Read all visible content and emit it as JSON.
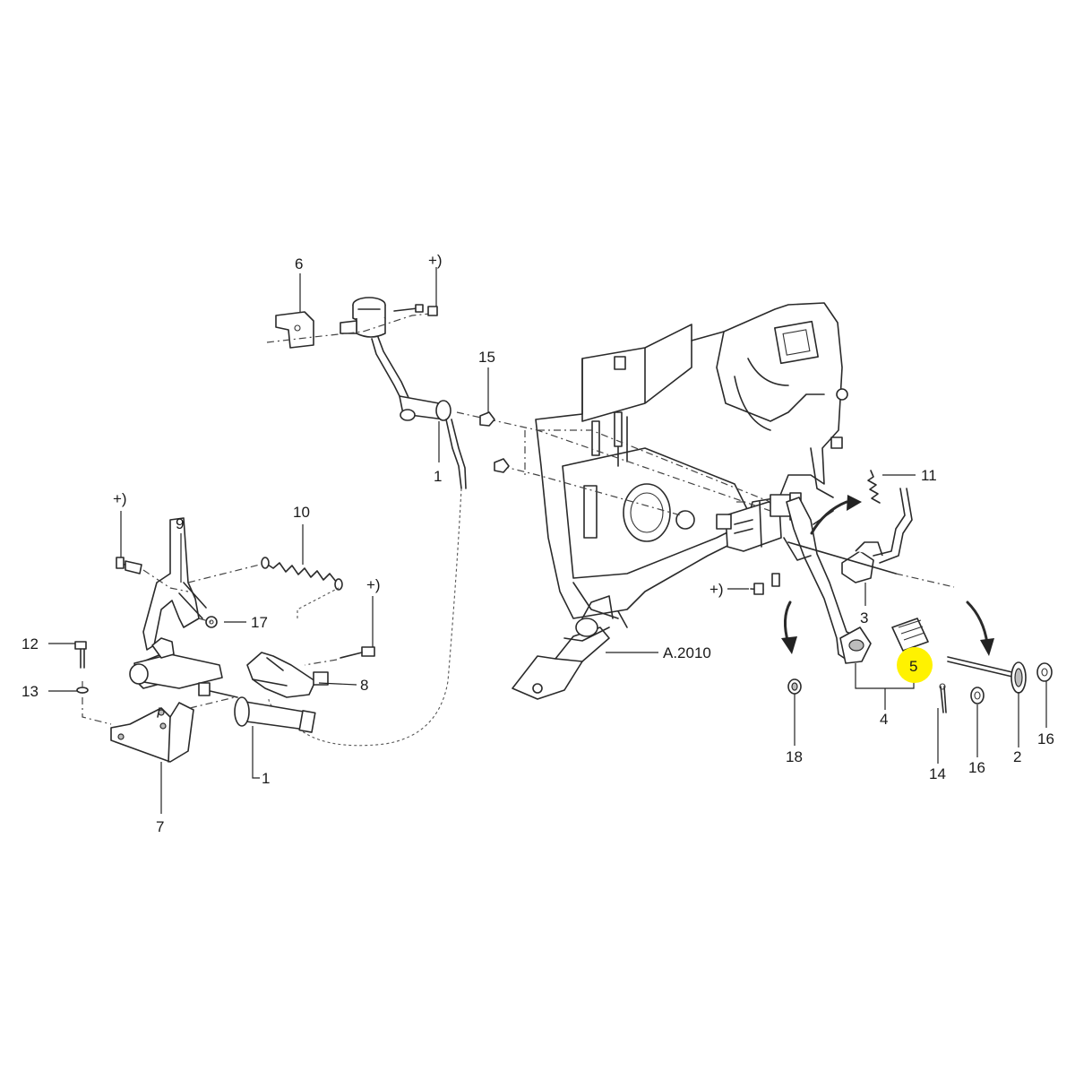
{
  "highlight_color": "#fff200",
  "callouts": {
    "c6": "6",
    "plus_top": "+)",
    "c15": "15",
    "c1_top": "1",
    "c11": "11",
    "plus_left": "+)",
    "c9": "9",
    "c10": "10",
    "plus_mid": "+)",
    "c17": "17",
    "c12": "12",
    "c13": "13",
    "c8": "8",
    "c1_bottom": "1",
    "c7": "7",
    "plus_pedal": "+)",
    "c3": "3",
    "ref_a2010": "A.2010",
    "c5": "5",
    "c4": "4",
    "c18": "18",
    "c14": "14",
    "c16_left": "16",
    "c2": "2",
    "c16_right": "16"
  }
}
